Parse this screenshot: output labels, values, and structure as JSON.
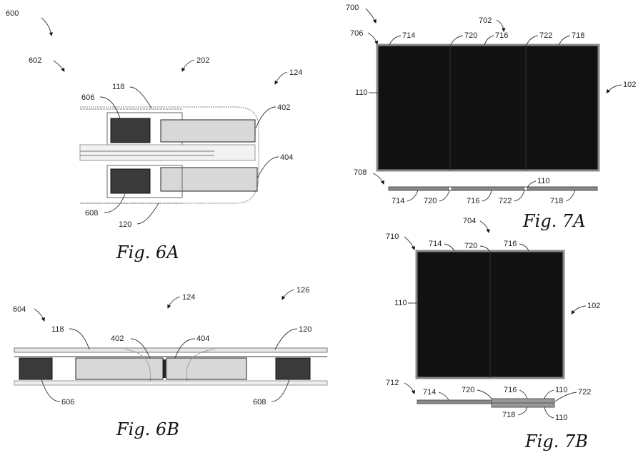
{
  "figures": {
    "fig6a": {
      "caption": "Fig. 6A",
      "labels": {
        "l600": "600",
        "l602": "602",
        "l202": "202",
        "l124": "124",
        "l118": "118",
        "l606": "606",
        "l402": "402",
        "l404": "404",
        "l608": "608",
        "l120": "120"
      }
    },
    "fig6b": {
      "caption": "Fig. 6B",
      "labels": {
        "l604": "604",
        "l124": "124",
        "l126": "126",
        "l118": "118",
        "l402": "402",
        "l404": "404",
        "l120": "120",
        "l606": "606",
        "l608": "608"
      }
    },
    "fig7a": {
      "caption": "Fig. 7A",
      "labels": {
        "l700": "700",
        "l702": "702",
        "l706": "706",
        "l714": "714",
        "l720": "720",
        "l716": "716",
        "l722": "722",
        "l718": "718",
        "l110": "110",
        "l102": "102",
        "l708": "708",
        "l714b": "714",
        "l720b": "720",
        "l716b": "716",
        "l722b": "722",
        "l718b": "718",
        "l110b": "110"
      }
    },
    "fig7b": {
      "caption": "Fig. 7B",
      "labels": {
        "l704": "704",
        "l710": "710",
        "l714": "714",
        "l720": "720",
        "l716": "716",
        "l110": "110",
        "l102": "102",
        "l712": "712",
        "l714b": "714",
        "l720b": "720",
        "l716b": "716",
        "l110b": "110",
        "l722": "722",
        "l718": "718",
        "l110c": "110"
      }
    }
  }
}
